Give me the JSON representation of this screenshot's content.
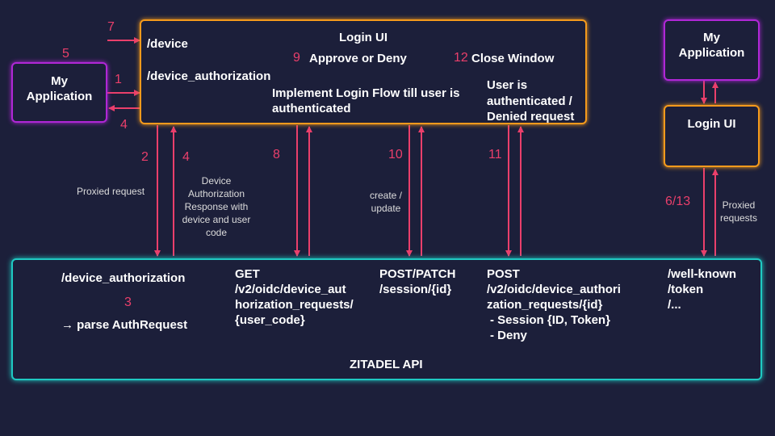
{
  "left_app": {
    "title_line1": "My",
    "title_line2": "Application"
  },
  "login_ui_main": {
    "title": "Login UI",
    "device": "/device",
    "device_authorization": "/device_authorization",
    "approve": "Approve or Deny",
    "implement_line1": "Implement Login Flow till user is",
    "implement_line2": "authenticated",
    "close": "Close Window",
    "user_line1": "User is",
    "user_line2": "authenticated /",
    "user_line3": "Denied request"
  },
  "right_app": {
    "title_line1": "My",
    "title_line2": "Application"
  },
  "right_login_ui": {
    "title": "Login UI"
  },
  "api": {
    "title": "ZITADEL API",
    "col1_line1": "/device_authorization",
    "col1_step": "3",
    "col1_line2": "→ parse AuthRequest",
    "col2_line1": "GET",
    "col2_line2": "/v2/oidc/device_aut",
    "col2_line3": "horization_requests/",
    "col2_line4": "{user_code}",
    "col3_line1": "POST/PATCH",
    "col3_line2": "/session/{id}",
    "col4_line1": "POST",
    "col4_line2": "/v2/oidc/device_authori",
    "col4_line3": "zation_requests/{id}",
    "col4_line4": "- Session {ID, Token}",
    "col4_line5": "- Deny",
    "col5_line1": "/well-known",
    "col5_line2": "/token",
    "col5_line3": "/..."
  },
  "steps": {
    "s7": "7",
    "s5": "5",
    "s1": "1",
    "s4a": "4",
    "s9": "9",
    "s12": "12",
    "s2": "2",
    "s4b": "4",
    "s8": "8",
    "s10": "10",
    "s11": "11",
    "s613": "6/13"
  },
  "notes": {
    "proxied": "Proxied request",
    "dar_line1": "Device",
    "dar_line2": "Authorization",
    "dar_line3": "Response with",
    "dar_line4": "device and user",
    "dar_line5": "code",
    "create_line1": "create /",
    "create_line2": "update",
    "proxied_r_line1": "Proxied",
    "proxied_r_line2": "requests"
  },
  "colors": {
    "arrow": "#ea3f6b",
    "purple": "#b027d6",
    "orange": "#f59a1c",
    "teal": "#1fc9c2",
    "background": "#1c1f3a"
  }
}
